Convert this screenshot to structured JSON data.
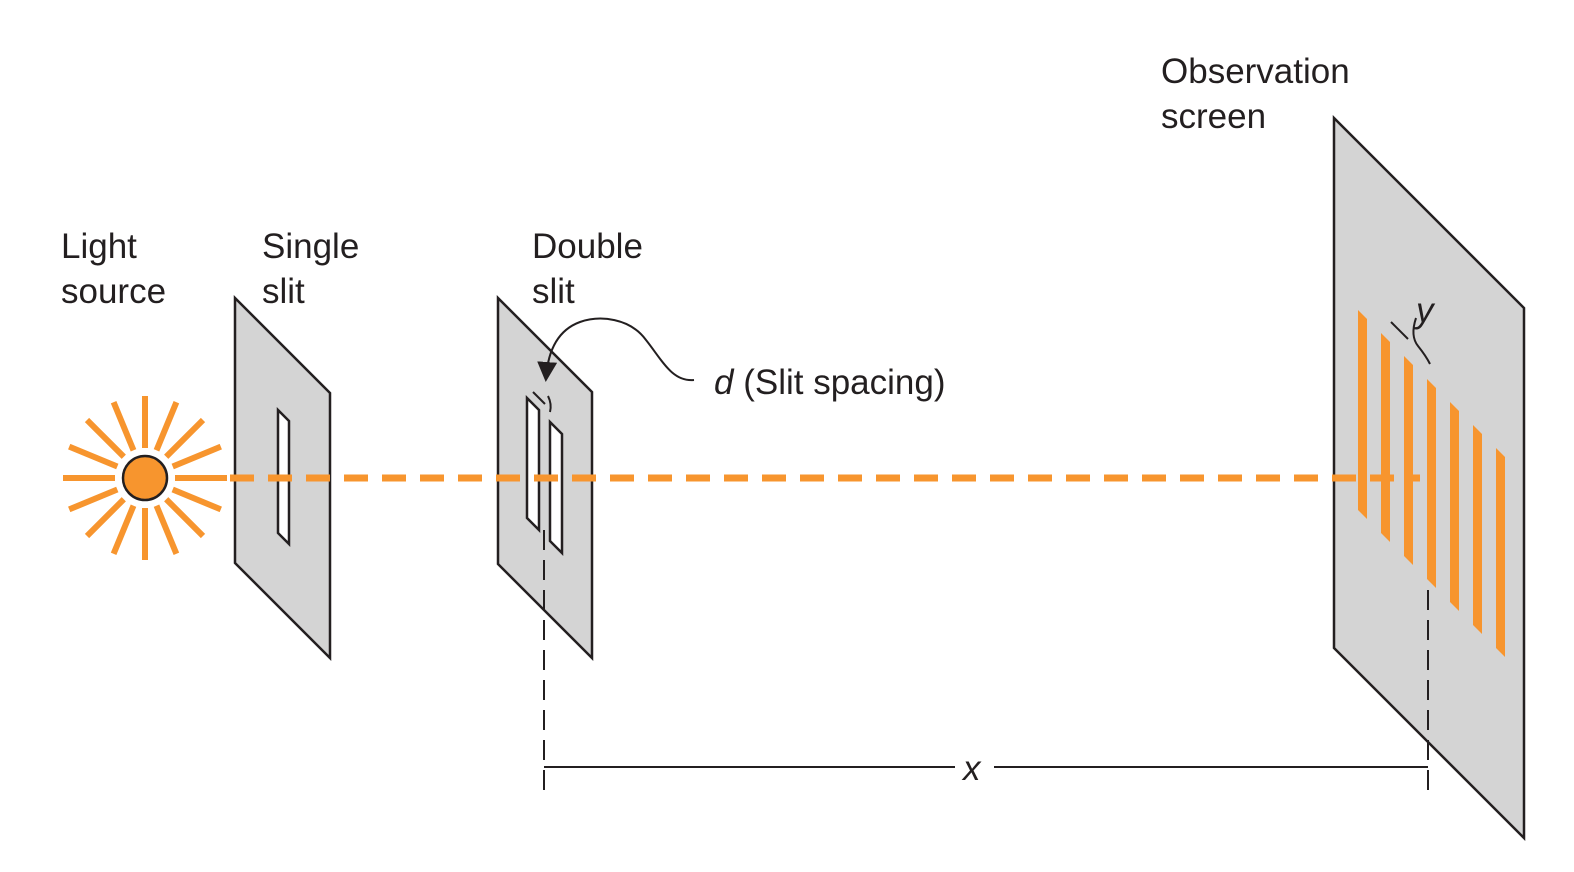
{
  "labels": {
    "light_source": [
      "Light",
      "source"
    ],
    "single_slit": [
      "Single",
      "slit"
    ],
    "double_slit": [
      "Double",
      "slit"
    ],
    "observation_screen": [
      "Observation",
      "screen"
    ],
    "slit_spacing_symbol": "d",
    "slit_spacing_text": " (Slit spacing)",
    "distance_symbol": "x",
    "fringe_spacing_symbol": "y"
  },
  "colors": {
    "light": "#f7952e",
    "panel": "#d4d4d4",
    "ink": "#231f20"
  },
  "icons": {
    "source": "sun-burst-icon"
  },
  "fringe_count": 7
}
